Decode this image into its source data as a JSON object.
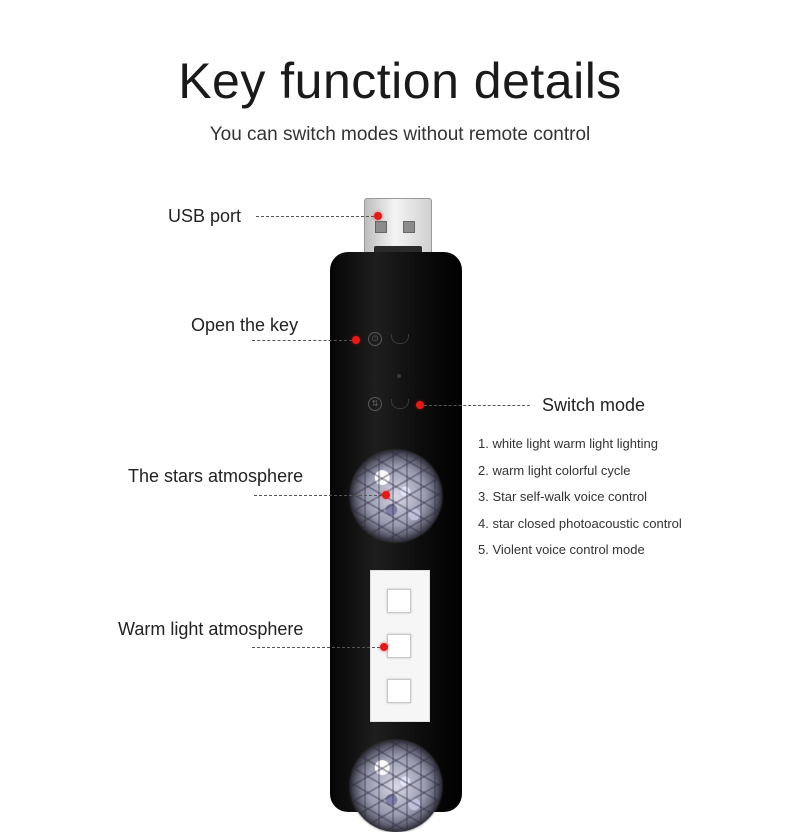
{
  "header": {
    "title": "Key function details",
    "subtitle": "You can switch modes without remote control"
  },
  "callouts": {
    "usb_port": "USB port",
    "open_key": "Open the key",
    "switch_mode": "Switch mode",
    "stars_atmosphere": "The stars atmosphere",
    "warm_light_atmosphere": "Warm light atmosphere"
  },
  "modes": [
    "1. white light warm light lighting",
    "2. warm light colorful cycle",
    "3. Star self-walk voice control",
    "4. star closed photoacoustic control",
    "5. Violent voice control mode"
  ],
  "icons": {
    "power": "power-icon",
    "mode": "mode-switch-icon"
  },
  "colors": {
    "marker": "#e01b1b",
    "device_body": "#111111",
    "background": "#ffffff"
  }
}
